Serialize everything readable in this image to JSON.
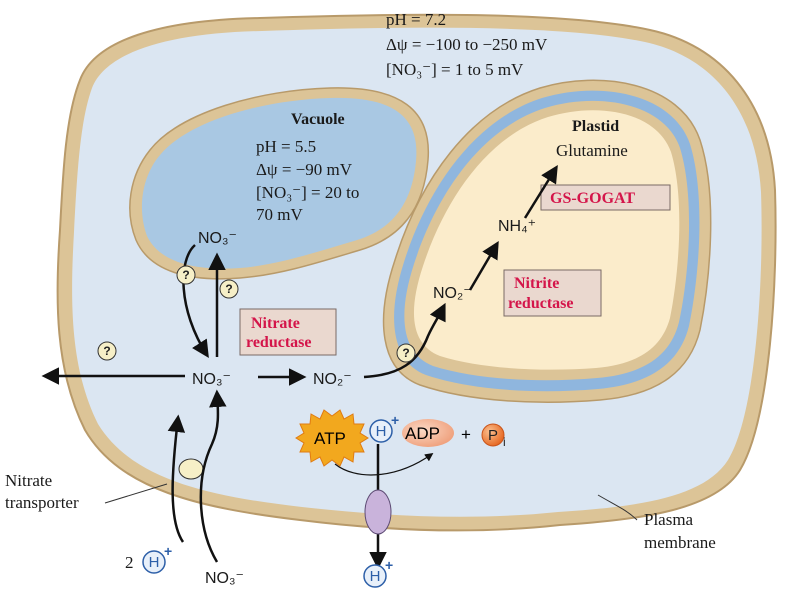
{
  "cytosol": {
    "ph": "pH = 7.2",
    "psi": "Δψ = −100 to −250 mV",
    "no3": "[NO₃⁻] = 1 to 5 mV"
  },
  "vacuole": {
    "title": "Vacuole",
    "ph": "pH = 5.5",
    "psi": "Δψ = −90 mV",
    "no3_line1": "[NO₃⁻] = 20 to",
    "no3_line2": "70 mV",
    "no3_ion": "NO₃⁻"
  },
  "plastid": {
    "title": "Plastid",
    "glutamine": "Glutamine",
    "gs_gogat": "GS-GOGAT",
    "nh4": "NH₄⁺",
    "no2": "NO₂⁻",
    "nitrite_reductase_line1": "Nitrite",
    "nitrite_reductase_line2": "reductase"
  },
  "center": {
    "no3": "NO₃⁻",
    "no2": "NO₂⁻",
    "nitrate_reductase_line1": "Nitrate",
    "nitrate_reductase_line2": "reductase"
  },
  "atpase": {
    "atp": "ATP",
    "h": "H",
    "h_plus": "+",
    "adp": "ADP",
    "plus": "+",
    "p": "P",
    "p_sub": "i"
  },
  "outside": {
    "two": "2",
    "h": "H",
    "h_plus": "+",
    "no3": "NO₃⁻",
    "h_out": "H",
    "h_out_plus": "+"
  },
  "labels": {
    "nitrate_transporter_line1": "Nitrate",
    "nitrate_transporter_line2": "transporter",
    "plasma_membrane_line1": "Plasma",
    "plasma_membrane_line2": "membrane"
  },
  "unknown_mark": "?",
  "colors": {
    "cell_wall": "#dcc497",
    "cell_wall_edge": "#b89a6a",
    "cytosol": "#dbe6f2",
    "vacuole": "#a9c8e3",
    "plastid_stroma": "#fbeccb",
    "plastid_blue": "#8fb6de",
    "enzyme_box": "#ead8cf",
    "enzyme_text": "#d4154a",
    "atp_burst": "#f2a81e",
    "adp": "#f3b99a",
    "pi": "#f07a2b",
    "transporter": "#f6efc7",
    "pump": "#c9b3db"
  }
}
